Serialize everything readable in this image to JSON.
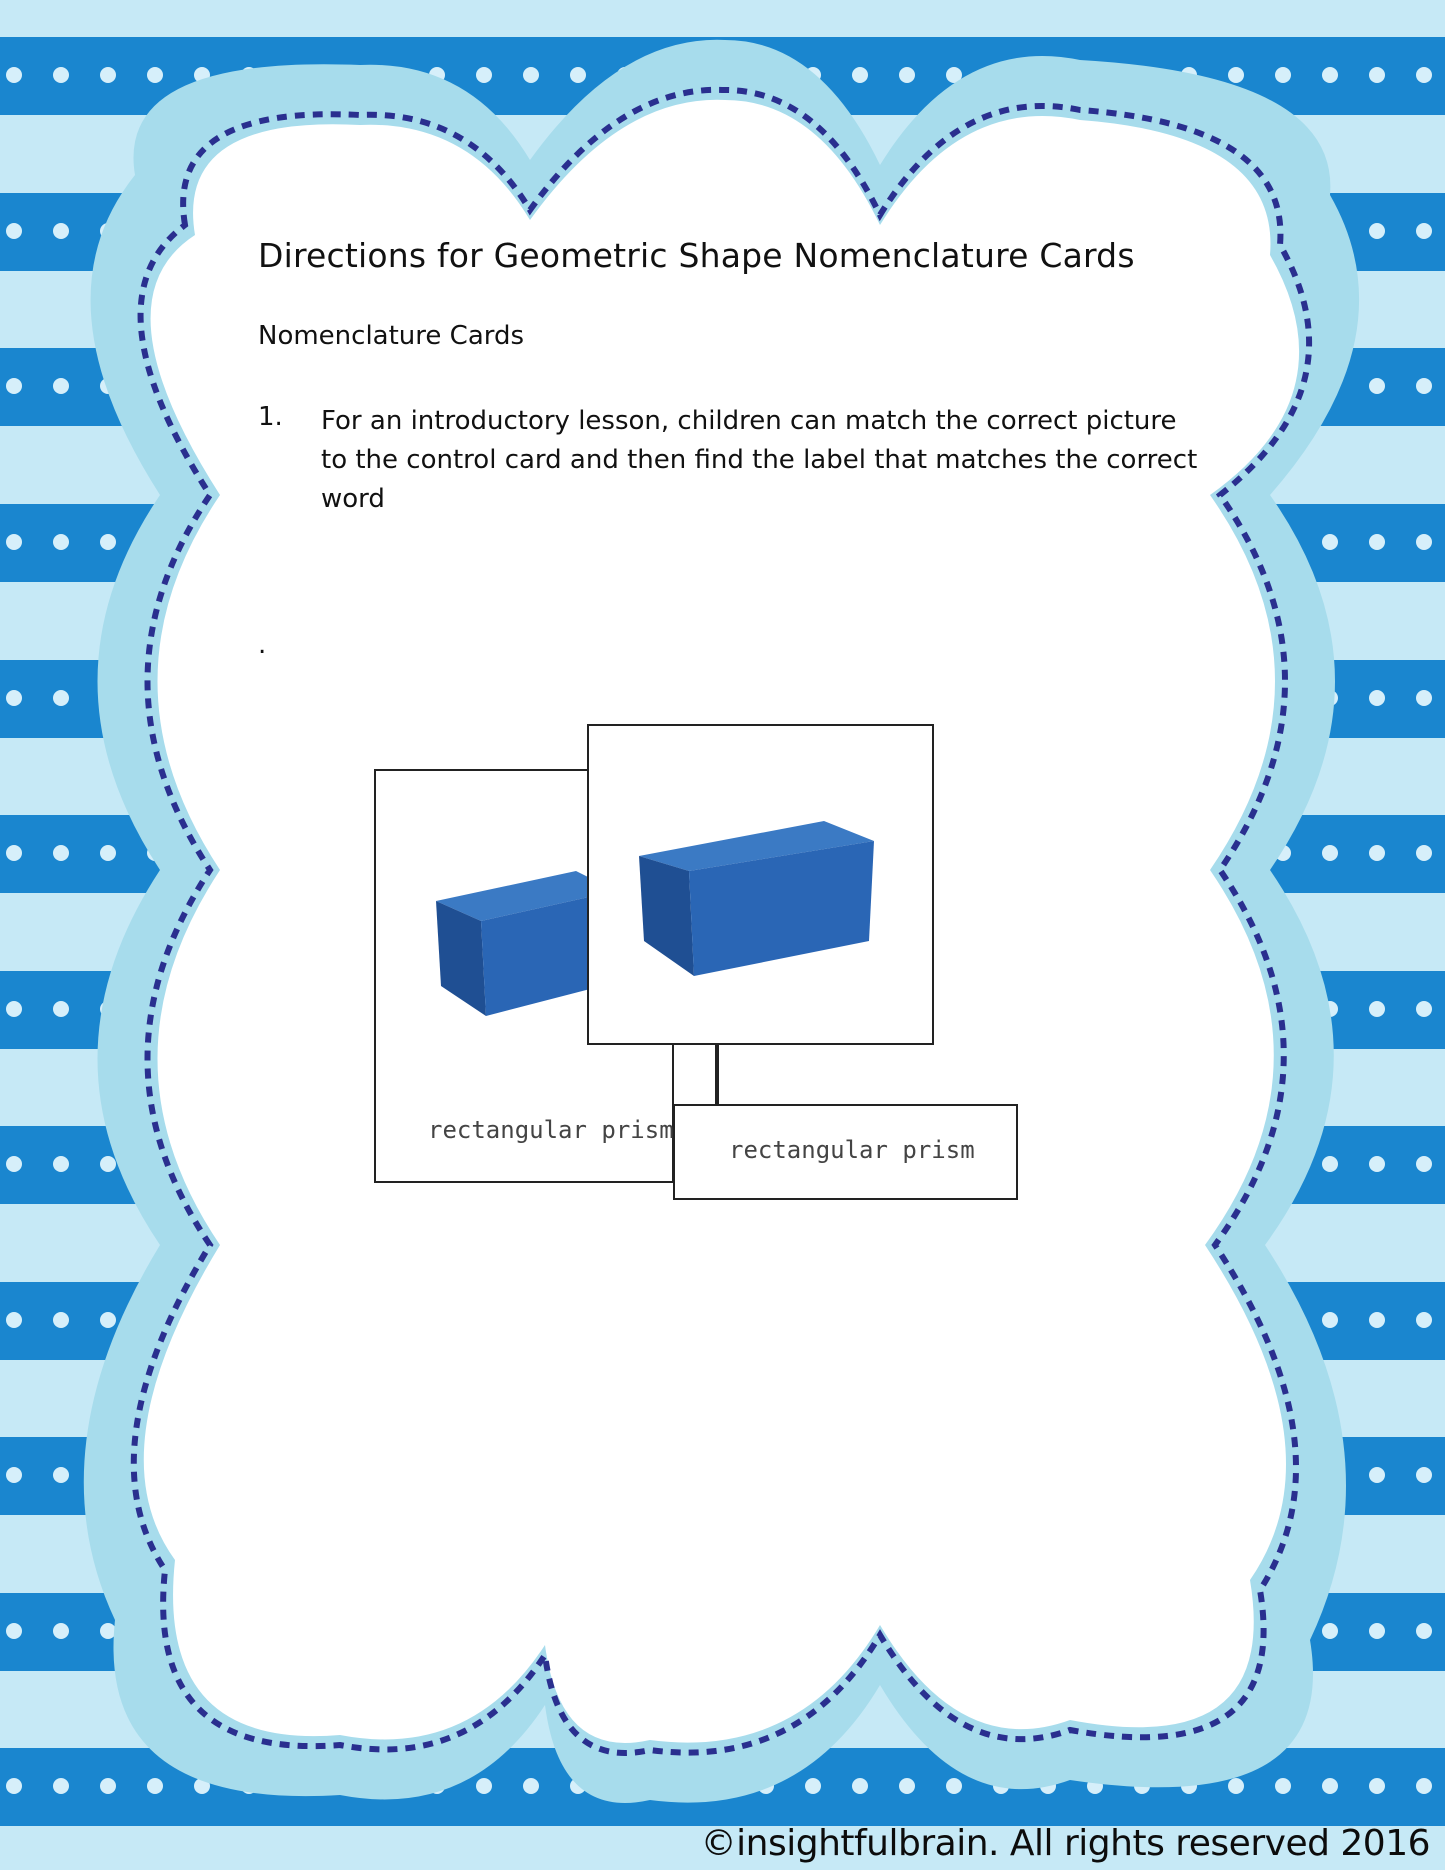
{
  "document": {
    "title": "Directions for Geometric Shape Nomenclature Cards",
    "subtitle": "Nomenclature Cards",
    "steps": [
      {
        "number": "1.",
        "text": "For an introductory lesson, children can match the correct picture to the control card and  then find the label that matches the correct word"
      }
    ],
    "stray_mark": "."
  },
  "illustration": {
    "control_card_label": "rectangular prism",
    "label_card_text": "rectangular prism",
    "shape_icon": "rectangular-prism-icon"
  },
  "footer": {
    "copyright": "©insightfulbrain. All rights reserved 2016"
  },
  "colors": {
    "stripe_dark": "#1a86cf",
    "stripe_light": "#c6e9f6",
    "border_light": "#a7dcec",
    "dash": "#2a2f8f",
    "prism": "#1f5fa8"
  }
}
